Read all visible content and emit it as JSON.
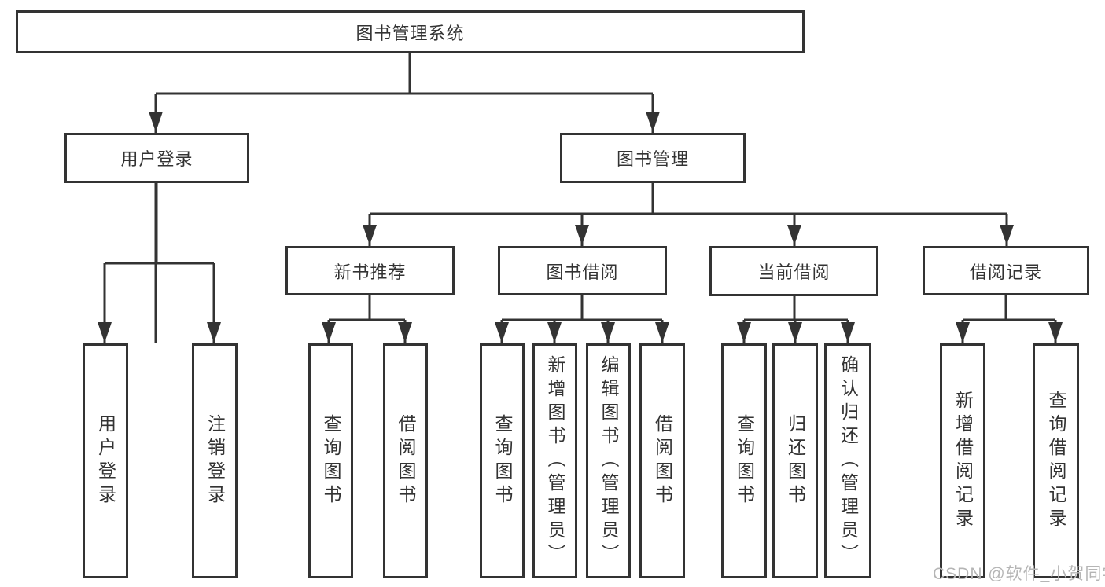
{
  "diagram": {
    "root": "图书管理系统",
    "level2": [
      "用户登录",
      "图书管理"
    ],
    "level3": [
      "新书推荐",
      "图书借阅",
      "当前借阅",
      "借阅记录"
    ],
    "leaves": {
      "user_login": [
        "用户登录",
        "注销登录"
      ],
      "new_books": [
        "查询图书",
        "借阅图书"
      ],
      "book_borrow": [
        "查询图书",
        "新增图书（管理员）",
        "编辑图书（管理员）",
        "借阅图书"
      ],
      "current_borrow": [
        "查询图书",
        "归还图书",
        "确认归还（管理员）"
      ],
      "borrow_records": [
        "新增借阅记录",
        "查询借阅记录"
      ]
    }
  },
  "watermark": "CSDN @软件_小贺同学",
  "colors": {
    "line": "#333333",
    "text": "#333333",
    "background": "#ffffff",
    "watermark": "#b5b5b5"
  }
}
